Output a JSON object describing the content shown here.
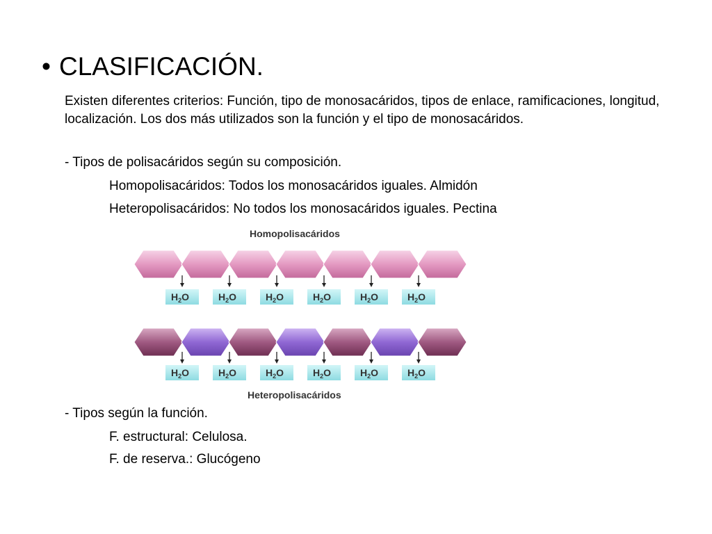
{
  "title": {
    "bullet": "•",
    "text": "CLASIFICACIÓN."
  },
  "intro": "Existen diferentes criterios:  Función, tipo de monosacáridos, tipos de enlace, ramificaciones, longitud, localización. Los dos más utilizados son la función y el tipo de monosacáridos.",
  "composition": {
    "heading": "- Tipos de polisacáridos según su composición.",
    "homo": "Homopolisacáridos: Todos los monosacáridos iguales. Almidón",
    "hetero": "Heteropolisacáridos: No todos los monosacáridos iguales. Pectina"
  },
  "diagram": {
    "homo_label": "Homopolisacáridos",
    "hetero_label": "Heteropolisacáridos",
    "water_label": "H",
    "water_sub": "2",
    "water_o": "O",
    "homo_units": [
      "pink",
      "pink",
      "pink",
      "pink",
      "pink",
      "pink",
      "pink"
    ],
    "hetero_units": [
      "mauve",
      "purple",
      "mauve",
      "purple",
      "mauve",
      "purple",
      "mauve"
    ],
    "colors": {
      "pink": "#e8a6c8",
      "mauve": "#b06a8e",
      "purple": "#9a70d6",
      "water_bg": "#a8e6ec"
    }
  },
  "function": {
    "heading": "- Tipos según la función.",
    "structural": "F. estructural: Celulosa.",
    "reserve": "F. de reserva.: Glucógeno"
  }
}
